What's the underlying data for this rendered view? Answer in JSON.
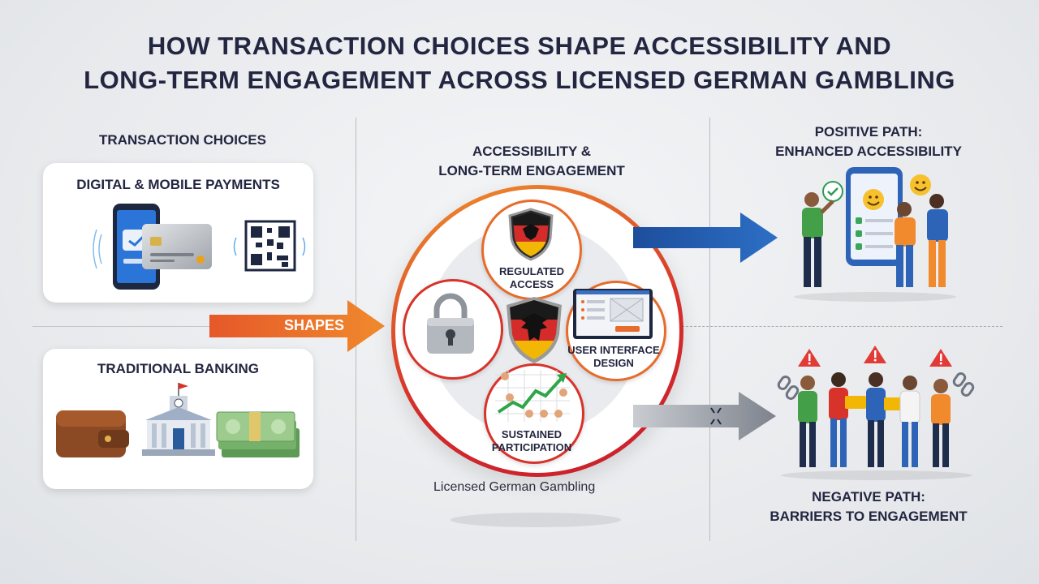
{
  "title": {
    "line1": "HOW TRANSACTION CHOICES SHAPE ACCESSIBILITY AND",
    "line2": "LONG-TERM ENGAGEMENT ACROSS LICENSED GERMAN GAMBLING"
  },
  "left": {
    "heading": "TRANSACTION CHOICES",
    "digital_card": {
      "title": "DIGITAL & MOBILE PAYMENTS",
      "icons": [
        "smartphone-icon",
        "credit-card-icon",
        "qr-code-icon"
      ]
    },
    "traditional_card": {
      "title": "TRADITIONAL BANKING",
      "icons": [
        "wallet-icon",
        "bank-building-icon",
        "cash-stack-icon"
      ]
    }
  },
  "flow": {
    "shapes_label": "SHAPES"
  },
  "center": {
    "heading_line1": "ACCESSIBILITY &",
    "heading_line2": "LONG-TERM ENGAGEMENT",
    "nodes": {
      "top": {
        "line1": "REGULATED",
        "line2": "ACCESS",
        "icon": "german-shield-icon"
      },
      "left": {
        "icon": "padlock-icon"
      },
      "right": {
        "line1": "USER INTERFACE",
        "line2": "DESIGN",
        "icon": "ui-screen-icon"
      },
      "bottom": {
        "line1": "SUSTAINED",
        "line2": "PARTICIPATION",
        "icon": "growth-chart-icon"
      },
      "center": {
        "icon": "eagle-shield-icon"
      }
    },
    "caption": "Licensed German Gambling"
  },
  "right": {
    "positive": {
      "line1": "POSITIVE PATH:",
      "line2": "ENHANCED ACCESSIBILITY"
    },
    "negative": {
      "line1": "NEGATIVE PATH:",
      "line2": "BARRIERS TO ENGAGEMENT"
    }
  },
  "colors": {
    "orange": "#e76b2a",
    "blue": "#1f56a8",
    "grey_arrow": "#8a8f99",
    "red": "#d7332a",
    "green": "#3aa65a",
    "navy_text": "#232640"
  }
}
